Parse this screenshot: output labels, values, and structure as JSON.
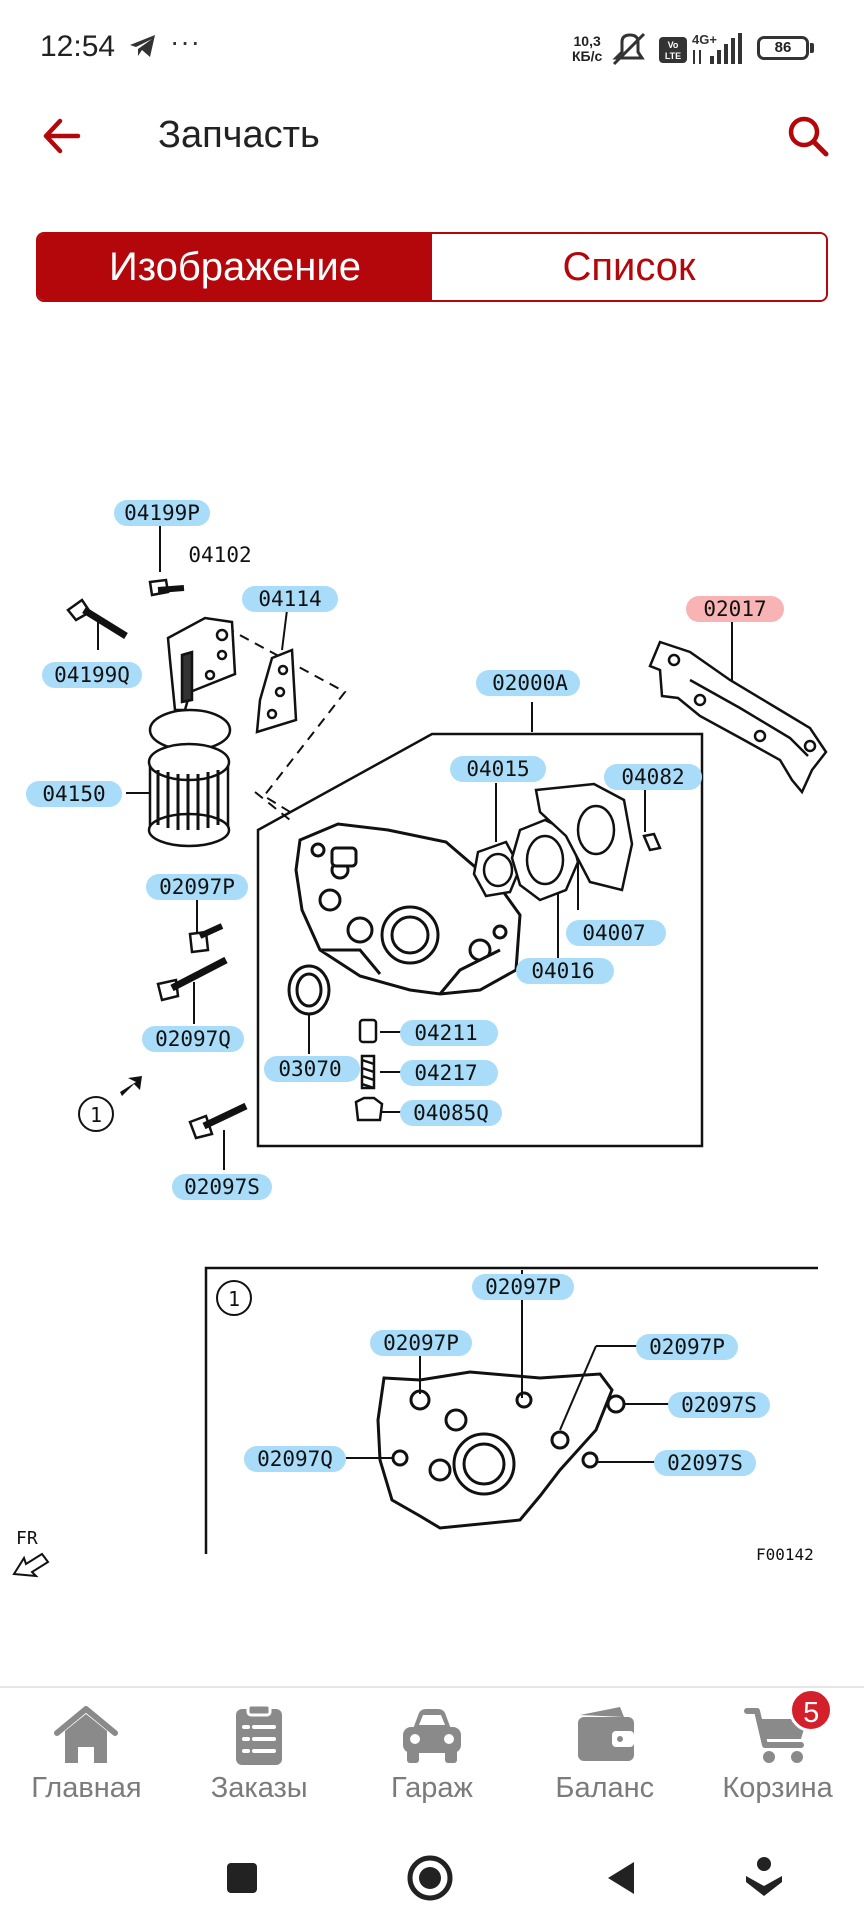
{
  "status_bar": {
    "time": "12:54",
    "speed_value": "10,3",
    "speed_unit": "КБ/с",
    "network": "4G+",
    "battery": "86",
    "icons": [
      "telegram-icon",
      "more-dots-icon",
      "mute-icon",
      "volte-icon",
      "signal-icon",
      "battery-icon"
    ]
  },
  "app_bar": {
    "title": "Запчасть",
    "icons": [
      "back-arrow-icon",
      "search-icon"
    ]
  },
  "tabs": [
    {
      "label": "Изображение",
      "active": true
    },
    {
      "label": "Список",
      "active": false
    }
  ],
  "colors": {
    "accent": "#b3070b",
    "label_blue": "#a8dcf8",
    "label_pink": "#f8b4b4",
    "nav_gray": "#7b7b7b",
    "badge": "#d3202a"
  },
  "diagram": {
    "callouts": {
      "p04199P": "04199P",
      "p04102": "04102",
      "p04114": "04114",
      "p04199Q": "04199Q",
      "p04150": "04150",
      "p02017": "02017",
      "p02000A": "02000A",
      "p04015": "04015",
      "p04082": "04082",
      "p04007": "04007",
      "p04016": "04016",
      "p02097P": "02097P",
      "p02097Q": "02097Q",
      "p03070": "03070",
      "p04211": "04211",
      "p04217": "04217",
      "p04085Q": "04085Q",
      "p02097S": "02097S"
    },
    "inset": {
      "marker": "1",
      "callouts": {
        "top": "02097P",
        "upper_left": "02097P",
        "upper_right": "02097P",
        "right_top": "02097S",
        "right_bottom": "02097S",
        "left": "02097Q"
      }
    },
    "view_marker": "1",
    "direction": "FR",
    "figure_code": "F00142"
  },
  "bottom_nav": {
    "items": [
      {
        "label": "Главная",
        "icon": "home-icon"
      },
      {
        "label": "Заказы",
        "icon": "orders-clipboard-icon"
      },
      {
        "label": "Гараж",
        "icon": "car-icon"
      },
      {
        "label": "Баланс",
        "icon": "wallet-icon"
      },
      {
        "label": "Корзина",
        "icon": "cart-icon",
        "badge": "5"
      }
    ]
  },
  "system_nav": {
    "icons": [
      "recents-square-icon",
      "home-circle-icon",
      "back-triangle-icon",
      "assistant-icon"
    ]
  }
}
